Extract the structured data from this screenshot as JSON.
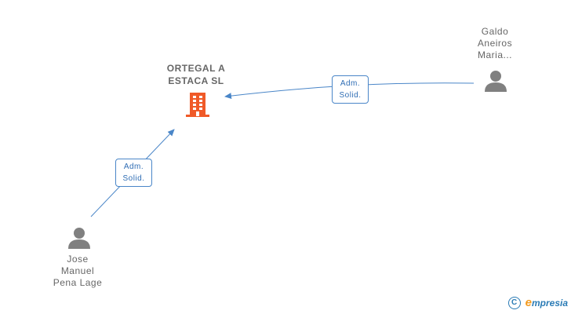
{
  "company": {
    "name_line1": "ORTEGAL A",
    "name_line2": "ESTACA SL",
    "icon": "building-icon",
    "color": "#f05a28"
  },
  "persons": [
    {
      "id": "galdo",
      "lines": [
        "Galdo",
        "Aneiros",
        "Maria..."
      ],
      "icon": "person-icon"
    },
    {
      "id": "jose",
      "lines": [
        "Jose",
        "Manuel",
        "Pena Lage"
      ],
      "icon": "person-icon"
    }
  ],
  "edges": [
    {
      "from": "galdo",
      "to": "company",
      "label_line1": "Adm.",
      "label_line2": "Solid."
    },
    {
      "from": "jose",
      "to": "company",
      "label_line1": "Adm.",
      "label_line2": "Solid."
    }
  ],
  "colors": {
    "edge": "#4a86c8",
    "person_icon": "#808080",
    "text": "#666666"
  },
  "branding": {
    "copyright_symbol": "C",
    "logo_initial": "e",
    "logo_text": "mpresia"
  }
}
